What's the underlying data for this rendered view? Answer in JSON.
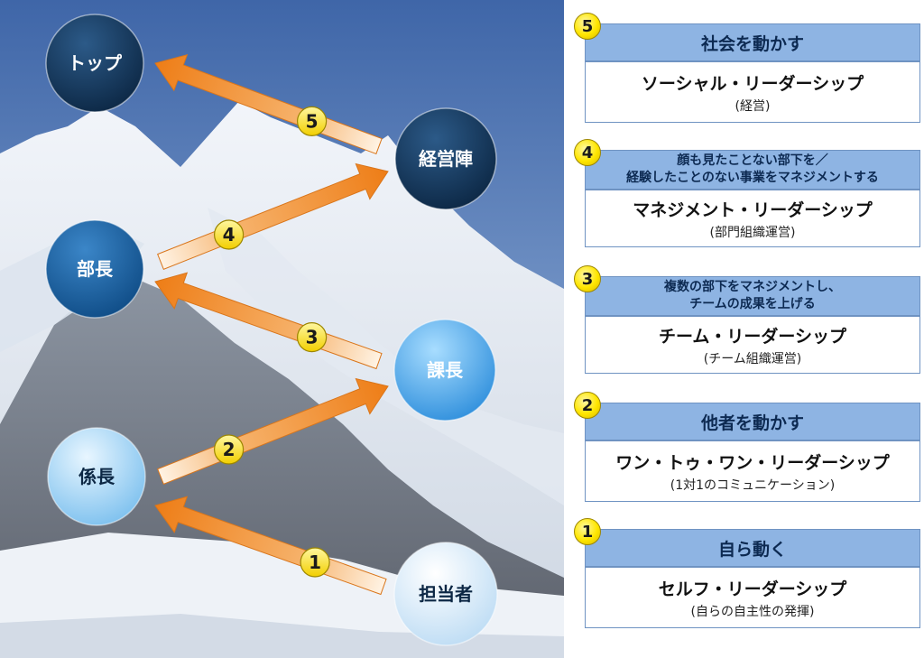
{
  "nodes": [
    {
      "id": "top",
      "label": "トップ"
    },
    {
      "id": "exec",
      "label": "経営陣"
    },
    {
      "id": "bucho",
      "label": "部長"
    },
    {
      "id": "kacho",
      "label": "課長"
    },
    {
      "id": "kakaricho",
      "label": "係長"
    },
    {
      "id": "tanto",
      "label": "担当者"
    }
  ],
  "arrows": [
    {
      "from": "tanto",
      "to": "kakaricho",
      "step": "1"
    },
    {
      "from": "kakaricho",
      "to": "kacho",
      "step": "2"
    },
    {
      "from": "kacho",
      "to": "bucho",
      "step": "3"
    },
    {
      "from": "bucho",
      "to": "exec",
      "step": "4"
    },
    {
      "from": "exec",
      "to": "top",
      "step": "5"
    }
  ],
  "levels": [
    {
      "step": "5",
      "header": [
        "社会を動かす"
      ],
      "title": "ソーシャル・リーダーシップ",
      "sub": "(経営)"
    },
    {
      "step": "4",
      "header": [
        "顔も見たことない部下を／",
        "経験したことのない事業をマネジメントする"
      ],
      "title": "マネジメント・リーダーシップ",
      "sub": "(部門組織運営)"
    },
    {
      "step": "3",
      "header": [
        "複数の部下をマネジメントし、",
        "チームの成果を上げる"
      ],
      "title": "チーム・リーダーシップ",
      "sub": "(チーム組織運営)"
    },
    {
      "step": "2",
      "header": [
        "他者を動かす"
      ],
      "title": "ワン・トゥ・ワン・リーダーシップ",
      "sub": "(1対1のコミュニケーション)"
    },
    {
      "step": "1",
      "header": [
        "自ら動く"
      ],
      "title": "セルフ・リーダーシップ",
      "sub": "(自らの自主性の発揮)"
    }
  ],
  "colors": {
    "sky_top": "#3f66a8",
    "sky_bottom": "#a9c3e4",
    "arrow_orange": "#f08a24",
    "header_fill": "#8eb4e3",
    "badge_yellow": "#ffe600"
  }
}
